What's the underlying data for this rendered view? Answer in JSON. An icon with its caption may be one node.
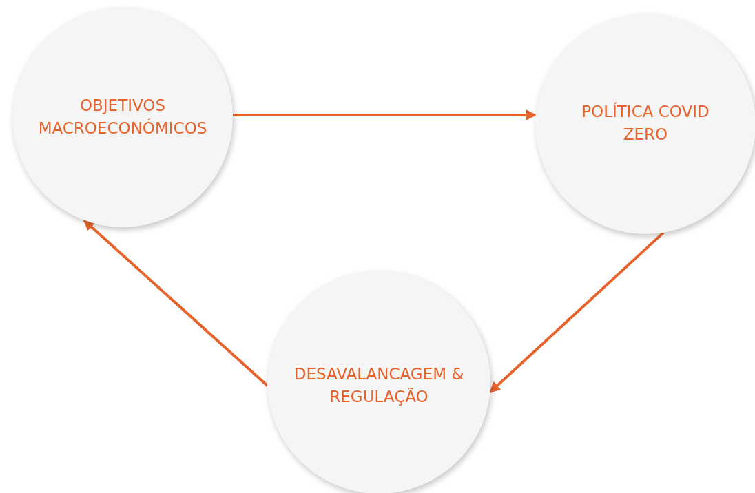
{
  "diagram": {
    "nodes": [
      {
        "text": [
          "OBJETIVOS MACROECONÓMICOS"
        ]
      },
      {
        "text": [
          "POLÍTICA COVID ZERO"
        ]
      },
      {
        "text": [
          "DESAVALANCAGEM & REGULAÇÃO"
        ]
      }
    ],
    "edges": [
      {
        "from": 0,
        "to": 1,
        "arrow": "to"
      },
      {
        "from": 1,
        "to": 2,
        "arrow": "to"
      },
      {
        "from": 2,
        "to": 0,
        "arrow": "to"
      }
    ]
  }
}
